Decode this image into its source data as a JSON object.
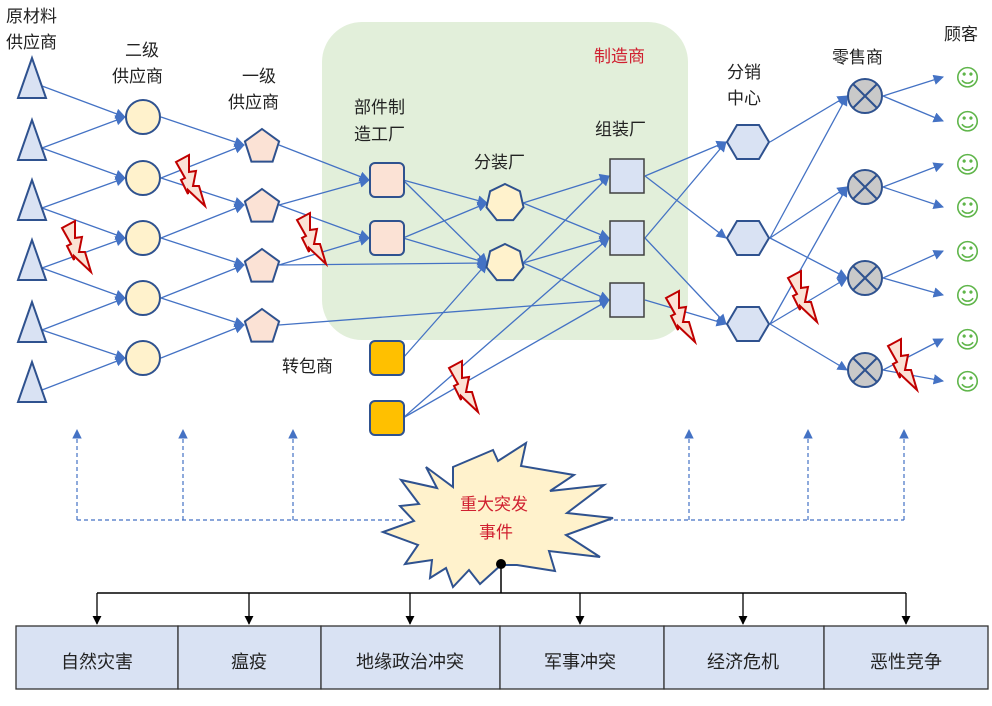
{
  "labels": {
    "raw_material_suppliers": [
      "原材料",
      "供应商"
    ],
    "tier2_suppliers": [
      "二级",
      "供应商"
    ],
    "tier1_suppliers": [
      "一级",
      "供应商"
    ],
    "manufacturer": "制造商",
    "component_factory": [
      "部件制",
      "造工厂"
    ],
    "subassembly_plant": "分装厂",
    "assembly_plant": "组装厂",
    "subcontractor": "转包商",
    "distribution_center": [
      "分销",
      "中心"
    ],
    "retailer": "零售商",
    "customer": "顾客"
  },
  "event": {
    "title": [
      "重大突发",
      "事件"
    ]
  },
  "categories": [
    "自然灾害",
    "瘟疫",
    "地缘政治冲突",
    "军事冲突",
    "经济危机",
    "恶性竞争"
  ],
  "icons": {
    "customer": "smiley-icon",
    "disruption": "lightning-icon",
    "retailer": "circled-x-icon"
  },
  "colors": {
    "edge": "#4472c4",
    "node_stroke": "#2f528f",
    "raw_fill": "#d9e2f3",
    "tier2_fill": "#fff2cc",
    "tier1_fill": "#fbe2d5",
    "component_fill": "#fbe2d5",
    "subassembly_fill": "#fff2cc",
    "assembly_fill": "#d9e2f3",
    "subcontractor_fill": "#ffc000",
    "dc_fill": "#d9e2f3",
    "retailer_fill": "#c9c9c9",
    "customer": "#5fb54a",
    "manufacturer_bg": "#e2efda",
    "lightning_stroke": "#c00000",
    "lightning_fill": "#fbe2d5",
    "event_fill": "#fff2cc",
    "event_text": "#d02030",
    "category_fill": "#d9e2f3"
  }
}
